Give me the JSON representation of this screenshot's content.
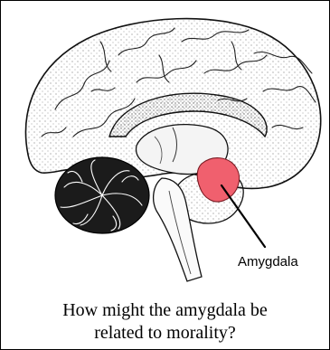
{
  "diagram": {
    "subject": "sagittal-brain-section",
    "highlight_color": "#f0606e",
    "label": "Amygdala"
  },
  "caption": {
    "line1": "How might the amygdala be",
    "line2": "related to morality?"
  }
}
